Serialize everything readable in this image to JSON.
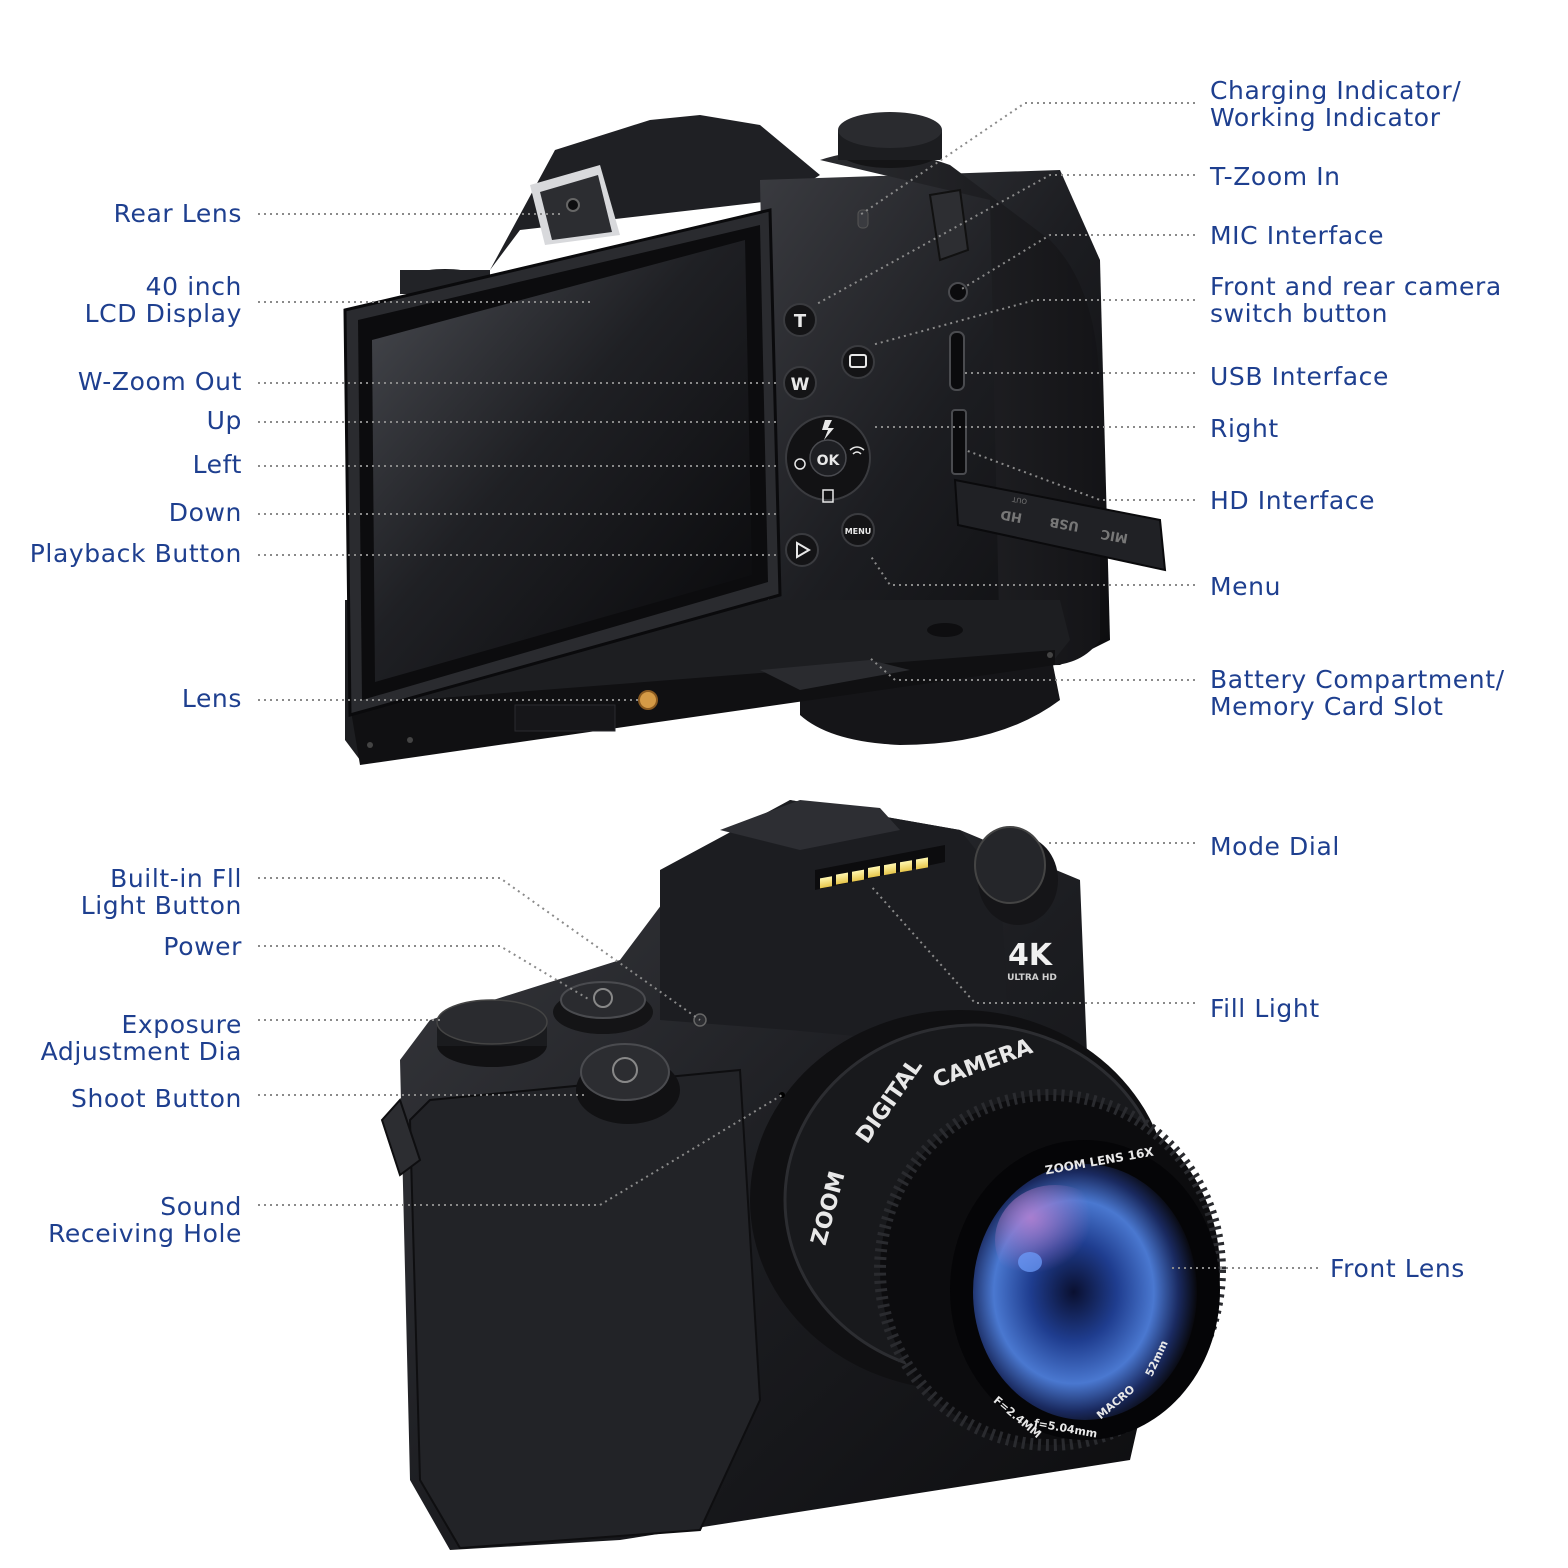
{
  "figure": {
    "labels": {
      "rear_lens": "Rear Lens",
      "lcd_display_l1": "40 inch",
      "lcd_display_l2": "LCD Display",
      "w_zoom_out": "W-Zoom Out",
      "up": "Up",
      "left": "Left",
      "down": "Down",
      "playback_button": "Playback Button",
      "lens": "Lens",
      "charging_indicator_l1": "Charging Indicator/",
      "charging_indicator_l2": "Working Indicator",
      "t_zoom_in": "T-Zoom In",
      "mic_interface": "MIC Interface",
      "switch_button_l1": "Front and rear camera",
      "switch_button_l2": "switch button",
      "usb_interface": "USB Interface",
      "right": "Right",
      "hd_interface": "HD Interface",
      "menu": "Menu",
      "battery_l1": "Battery Compartment/",
      "battery_l2": "Memory Card Slot",
      "fill_light_button_l1": "Built-in Fll",
      "fill_light_button_l2": "Light Button",
      "power": "Power",
      "exposure_l1": "Exposure",
      "exposure_l2": "Adjustment Dia",
      "shoot_button": "Shoot Button",
      "sound_hole_l1": "Sound",
      "sound_hole_l2": "Receiving Hole",
      "mode_dial": "Mode Dial",
      "fill_light": "Fill Light",
      "front_lens": "Front Lens"
    },
    "camera_markings": {
      "t_button": "T",
      "w_button": "W",
      "ok_button": "OK",
      "menu_button": "MENU",
      "port_hd": "HD",
      "port_out": "OUT",
      "port_usb": "USB",
      "port_mic": "MIC",
      "badge_4k": "4K",
      "badge_ultrahd": "ULTRA HD",
      "lens_digital": "DIGITAL",
      "lens_camera": "CAMERA",
      "lens_zoom": "ZOOM",
      "lens_zoom_lens": "ZOOM LENS 16X",
      "lens_aperture": "F=2.4MM",
      "lens_focal": "f=5.04mm",
      "lens_macro": "MACRO",
      "lens_filter": "52mm"
    },
    "colors": {
      "label_text": "#1e3f8f",
      "leader_line": "#8a8a8a",
      "camera_body": "#1b1c1f",
      "lens_glass": "#2a4fa8"
    }
  }
}
